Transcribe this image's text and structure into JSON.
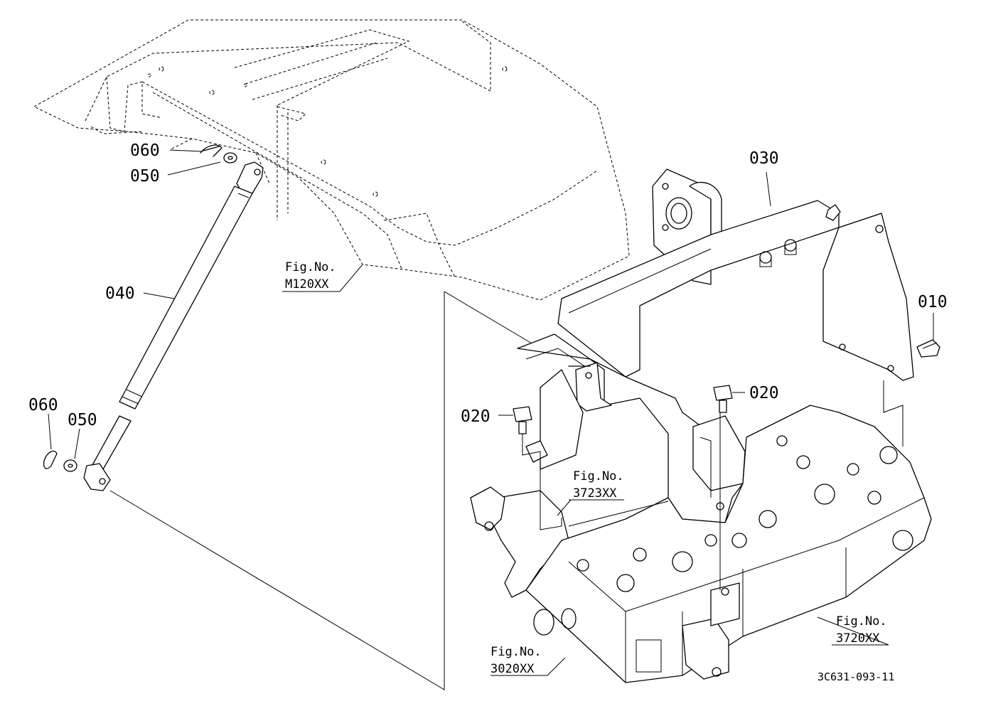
{
  "parts": {
    "p010": "010",
    "p020a": "020",
    "p020b": "020",
    "p030": "030",
    "p040": "040",
    "p050a": "050",
    "p050b": "050",
    "p060a": "060",
    "p060b": "060"
  },
  "figrefs": {
    "m120": {
      "line1": "Fig.No.",
      "line2": "M120XX"
    },
    "f3723": {
      "line1": "Fig.No.",
      "line2": "3723XX"
    },
    "f3720": {
      "line1": "Fig.No.",
      "line2": "3720XX"
    },
    "f3020": {
      "line1": "Fig.No.",
      "line2": "3020XX"
    }
  },
  "drawing_code": "3C631-093-11"
}
